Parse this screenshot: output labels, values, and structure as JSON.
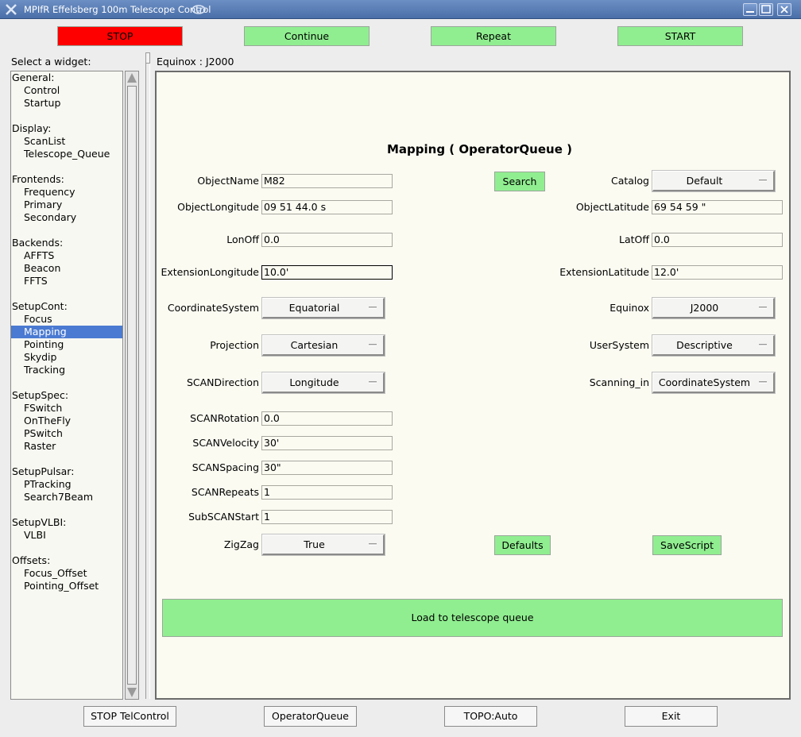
{
  "window": {
    "title": "MPIfR Effelsberg 100m Telescope Control",
    "colors": {
      "titlebar": "#4a6fa8",
      "accent_green": "#90ee90",
      "stop_red": "#ff0000",
      "selection": "#4a7ad2"
    }
  },
  "top_buttons": {
    "stop": "STOP",
    "continue": "Continue",
    "repeat": "Repeat",
    "start": "START"
  },
  "sidebar": {
    "label": "Select a widget:",
    "items": [
      {
        "text": "General:",
        "kind": "cat"
      },
      {
        "text": "Control",
        "kind": "sub"
      },
      {
        "text": "Startup",
        "kind": "sub"
      },
      {
        "text": "",
        "kind": "gap"
      },
      {
        "text": "Display:",
        "kind": "cat"
      },
      {
        "text": "ScanList",
        "kind": "sub"
      },
      {
        "text": "Telescope_Queue",
        "kind": "sub"
      },
      {
        "text": "",
        "kind": "gap"
      },
      {
        "text": "Frontends:",
        "kind": "cat"
      },
      {
        "text": "Frequency",
        "kind": "sub"
      },
      {
        "text": "Primary",
        "kind": "sub"
      },
      {
        "text": "Secondary",
        "kind": "sub"
      },
      {
        "text": "",
        "kind": "gap"
      },
      {
        "text": "Backends:",
        "kind": "cat"
      },
      {
        "text": "AFFTS",
        "kind": "sub"
      },
      {
        "text": "Beacon",
        "kind": "sub"
      },
      {
        "text": "FFTS",
        "kind": "sub"
      },
      {
        "text": "",
        "kind": "gap"
      },
      {
        "text": "SetupCont:",
        "kind": "cat"
      },
      {
        "text": "Focus",
        "kind": "sub"
      },
      {
        "text": "Mapping",
        "kind": "sub",
        "selected": true
      },
      {
        "text": "Pointing",
        "kind": "sub"
      },
      {
        "text": "Skydip",
        "kind": "sub"
      },
      {
        "text": "Tracking",
        "kind": "sub"
      },
      {
        "text": "",
        "kind": "gap"
      },
      {
        "text": "SetupSpec:",
        "kind": "cat"
      },
      {
        "text": "FSwitch",
        "kind": "sub"
      },
      {
        "text": "OnTheFly",
        "kind": "sub"
      },
      {
        "text": "PSwitch",
        "kind": "sub"
      },
      {
        "text": "Raster",
        "kind": "sub"
      },
      {
        "text": "",
        "kind": "gap"
      },
      {
        "text": "SetupPulsar:",
        "kind": "cat"
      },
      {
        "text": "PTracking",
        "kind": "sub"
      },
      {
        "text": "Search7Beam",
        "kind": "sub"
      },
      {
        "text": "",
        "kind": "gap"
      },
      {
        "text": "SetupVLBI:",
        "kind": "cat"
      },
      {
        "text": "VLBI",
        "kind": "sub"
      },
      {
        "text": "",
        "kind": "gap"
      },
      {
        "text": "Offsets:",
        "kind": "cat"
      },
      {
        "text": "Focus_Offset",
        "kind": "sub"
      },
      {
        "text": "Pointing_Offset",
        "kind": "sub"
      }
    ]
  },
  "header": {
    "equinox_text": "Equinox :  J2000"
  },
  "form": {
    "title": "Mapping ( OperatorQueue )",
    "object_name": {
      "label": "ObjectName",
      "value": "M82"
    },
    "search_button": "Search",
    "catalog": {
      "label": "Catalog",
      "value": "Default"
    },
    "object_longitude": {
      "label": "ObjectLongitude",
      "value": "09 51 44.0 s"
    },
    "object_latitude": {
      "label": "ObjectLatitude",
      "value": "69 54 59 \""
    },
    "lon_off": {
      "label": "LonOff",
      "value": "0.0"
    },
    "lat_off": {
      "label": "LatOff",
      "value": "0.0"
    },
    "extension_longitude": {
      "label": "ExtensionLongitude",
      "value": "10.0'"
    },
    "extension_latitude": {
      "label": "ExtensionLatitude",
      "value": "12.0'"
    },
    "coordinate_system": {
      "label": "CoordinateSystem",
      "value": "Equatorial"
    },
    "equinox": {
      "label": "Equinox",
      "value": "J2000"
    },
    "projection": {
      "label": "Projection",
      "value": "Cartesian"
    },
    "user_system": {
      "label": "UserSystem",
      "value": "Descriptive"
    },
    "scan_direction": {
      "label": "SCANDirection",
      "value": "Longitude"
    },
    "scanning_in": {
      "label": "Scanning_in",
      "value": "CoordinateSystem"
    },
    "scan_rotation": {
      "label": "SCANRotation",
      "value": "0.0"
    },
    "scan_velocity": {
      "label": "SCANVelocity",
      "value": "30'"
    },
    "scan_spacing": {
      "label": "SCANSpacing",
      "value": "30\""
    },
    "scan_repeats": {
      "label": "SCANRepeats",
      "value": "1"
    },
    "subscan_start": {
      "label": "SubSCANStart",
      "value": "1"
    },
    "zigzag": {
      "label": "ZigZag",
      "value": "True"
    },
    "defaults_button": "Defaults",
    "save_script_button": "SaveScript",
    "load_button": "Load to telescope queue"
  },
  "bottom_buttons": {
    "stop_telcontrol": "STOP TelControl",
    "operator_queue": "OperatorQueue",
    "topo": "TOPO:Auto",
    "exit": "Exit"
  }
}
